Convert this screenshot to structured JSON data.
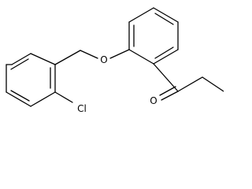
{
  "structure": {
    "atoms": {
      "oxygen_ether": "O",
      "chlorine": "Cl",
      "oxygen_carbonyl": "O"
    },
    "bond_color": "#000000",
    "background": "#ffffff"
  }
}
